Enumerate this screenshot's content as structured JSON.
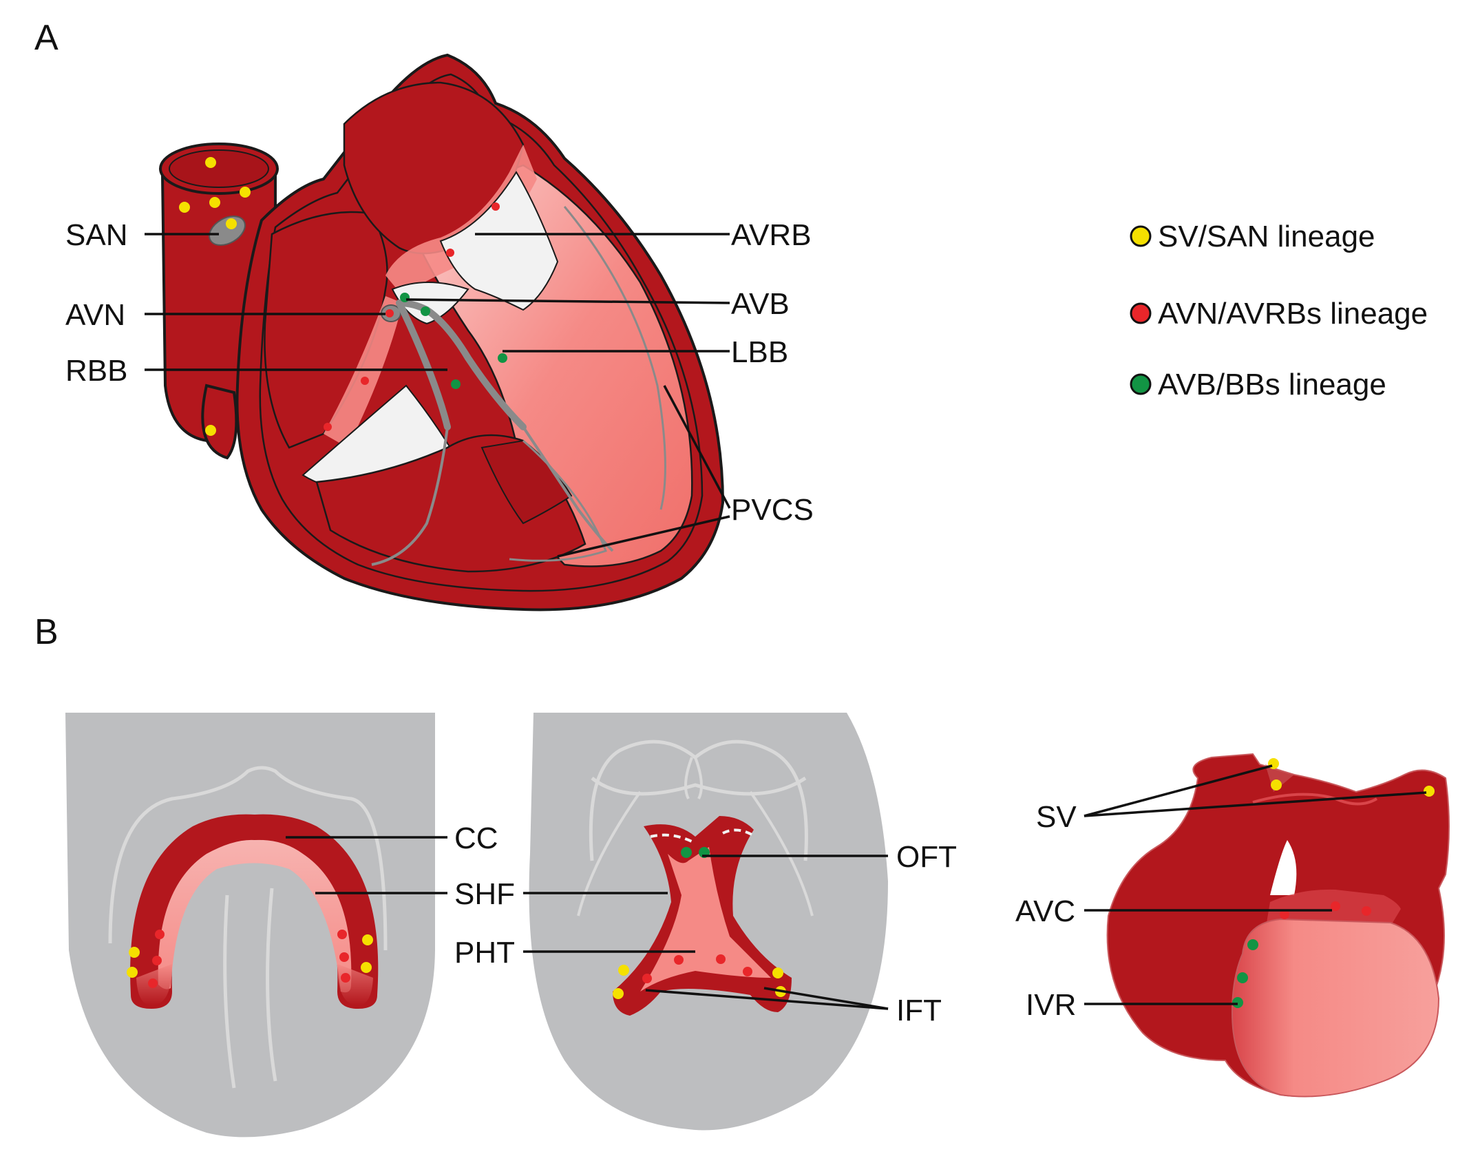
{
  "panels": {
    "a": "A",
    "b": "B"
  },
  "panel_a_labels": {
    "san": "SAN",
    "avn": "AVN",
    "rbb": "RBB",
    "avrb": "AVRB",
    "avb": "AVB",
    "lbb": "LBB",
    "pvcs": "PVCS"
  },
  "panel_b_labels": {
    "cc": "CC",
    "shf": "SHF",
    "pht": "PHT",
    "oft": "OFT",
    "ift": "IFT",
    "sv": "SV",
    "avc": "AVC",
    "ivr": "IVR"
  },
  "legend": [
    {
      "label": "SV/SAN lineage",
      "color": "#f5e000"
    },
    {
      "label": "AVN/AVRBs lineage",
      "color": "#e8262a"
    },
    {
      "label": "AVB/BBs lineage",
      "color": "#129444"
    }
  ],
  "colors": {
    "dark_red": "#b3171d",
    "pink": "#f58a86",
    "light_pink": "#f7b3b0",
    "grey_embryo": "#bdbec0",
    "grey_conduction": "#8a8a8a",
    "valve_white": "#f2f2f2"
  }
}
